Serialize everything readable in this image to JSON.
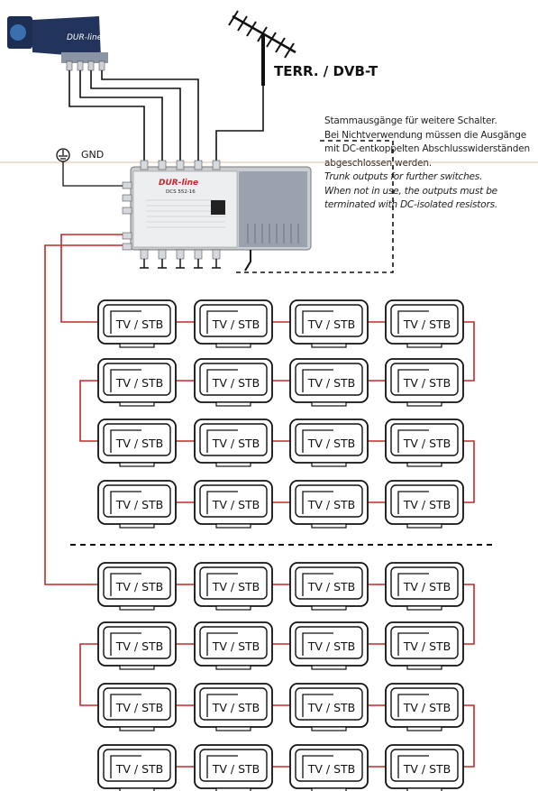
{
  "labels": {
    "terrestrial": "TERR. / DVB-T",
    "ground": "GND",
    "lnb_brand": "DUR-line",
    "switch_brand": "DUR-line",
    "switch_model": "DCS 552-16",
    "note_de_1": "Stammausgänge für weitere Schalter.",
    "note_de_2": "Bei Nichtverwendung müssen die Ausgänge",
    "note_de_3": "mit DC-entkoppelten Abschlusswiderständen",
    "note_de_4": "abgeschlossen werden.",
    "note_en_1": "Trunk outputs for further switches.",
    "note_en_2": "When not in use, the outputs must be",
    "note_en_3": "terminated with DC-isolated resistors."
  },
  "receiver_label": "TV / STB",
  "receiver_count": 32,
  "colors": {
    "cable": "#c62828",
    "line": "#111111",
    "switch_body": "#c9cdd2",
    "lnb_body": "#2b3f6a"
  }
}
